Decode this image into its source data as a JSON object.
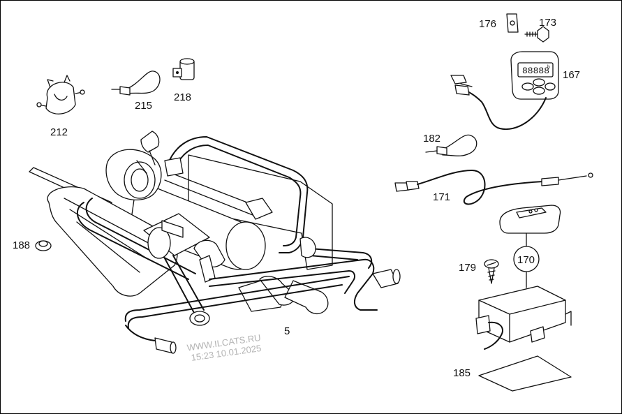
{
  "diagram": {
    "parts": [
      {
        "id": "p212",
        "label": "212"
      },
      {
        "id": "p215",
        "label": "215"
      },
      {
        "id": "p218",
        "label": "218"
      },
      {
        "id": "p176",
        "label": "176"
      },
      {
        "id": "p173",
        "label": "173"
      },
      {
        "id": "p167",
        "label": "167"
      },
      {
        "id": "p182",
        "label": "182"
      },
      {
        "id": "p171",
        "label": "171"
      },
      {
        "id": "p188",
        "label": "188"
      },
      {
        "id": "p179",
        "label": "179"
      },
      {
        "id": "p170",
        "label": "170"
      },
      {
        "id": "p5",
        "label": "5"
      },
      {
        "id": "p185",
        "label": "185"
      }
    ],
    "display_text": "88888",
    "display_unit": "h"
  },
  "watermark": {
    "line1": "WWW.ILCATS.RU",
    "line2": "15:23 10.01.2025"
  }
}
